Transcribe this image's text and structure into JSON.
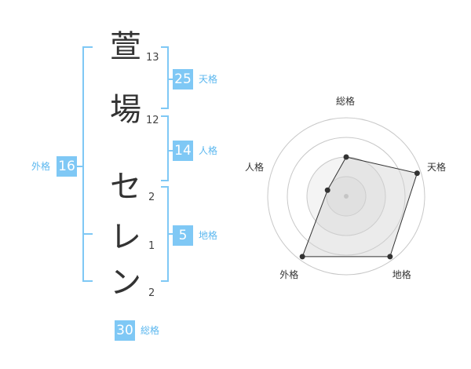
{
  "name": {
    "chars": [
      {
        "char": "萱",
        "strokes": "13"
      },
      {
        "char": "場",
        "strokes": "12"
      },
      {
        "char": "セ",
        "strokes": "2"
      },
      {
        "char": "レ",
        "strokes": "1"
      },
      {
        "char": "ン",
        "strokes": "2"
      }
    ]
  },
  "fortune": {
    "tenkaku": {
      "value": "25",
      "label": "天格"
    },
    "jinkaku": {
      "value": "14",
      "label": "人格"
    },
    "chikaku": {
      "value": "5",
      "label": "地格"
    },
    "gaikaku": {
      "value": "16",
      "label": "外格"
    },
    "soukaku": {
      "value": "30",
      "label": "総格"
    }
  },
  "colors": {
    "accent": "#7fc8f5",
    "bracket": "#7fc8f5",
    "accent_text": "#5bb7ef"
  },
  "chart_data": {
    "type": "radar",
    "axes": [
      "総格",
      "天格",
      "地格",
      "外格",
      "人格"
    ],
    "values": [
      0.5,
      0.95,
      0.95,
      0.95,
      0.25
    ],
    "range": [
      0,
      1
    ],
    "rings": 4
  }
}
